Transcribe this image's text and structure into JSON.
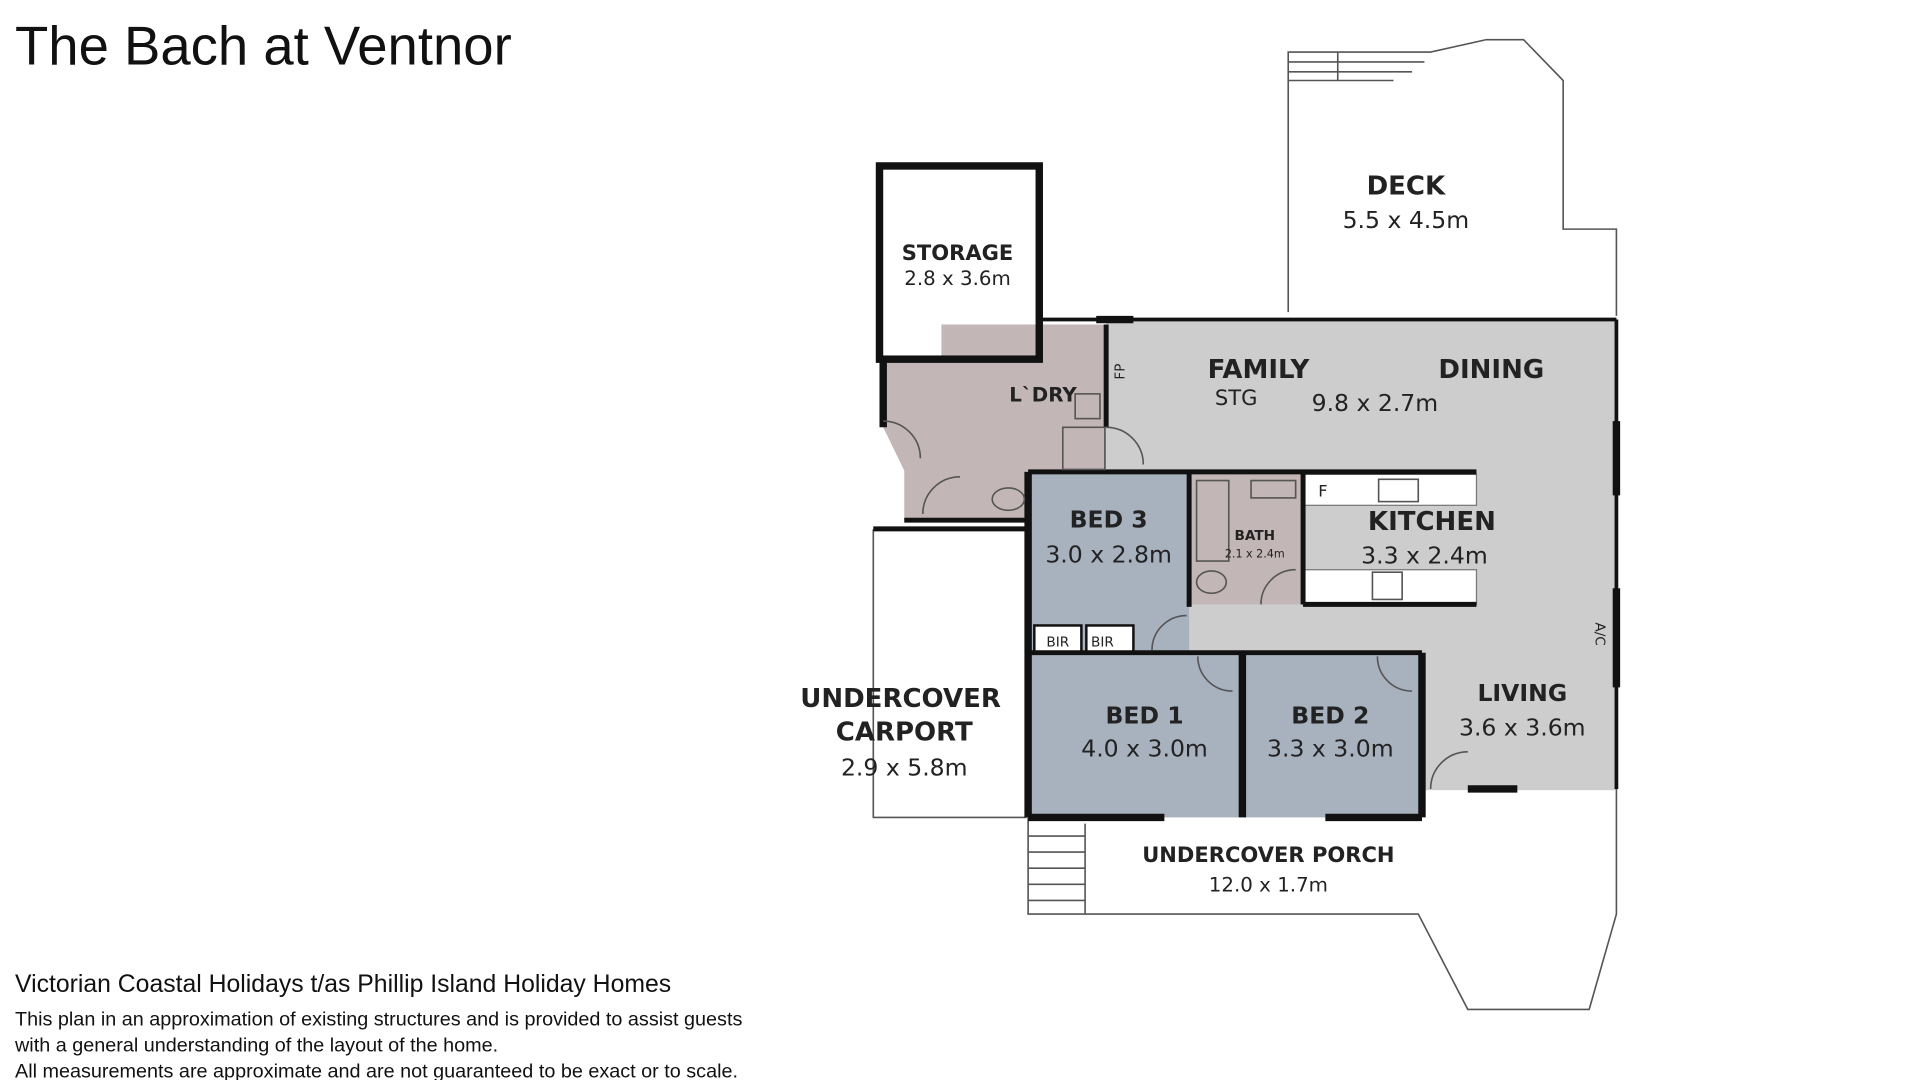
{
  "title": "The Bach at Ventnor",
  "footer": {
    "company": "Victorian Coastal Holidays t/as Phillip Island Holiday Homes",
    "lines": [
      "This plan in an approximation of existing structures and is provided to assist guests",
      "with a general understanding of the layout of the home.",
      "All measurements are approximate and are not guaranteed to be exact or to scale."
    ]
  },
  "rooms": {
    "deck": {
      "name": "DECK",
      "size": "5.5 x 4.5m"
    },
    "storage": {
      "name": "STORAGE",
      "size": "2.8 x 3.6m"
    },
    "laundry": {
      "name": "L`DRY"
    },
    "family": {
      "name": "FAMILY",
      "sub": "STG"
    },
    "dining": {
      "name": "DINING",
      "size": "9.8 x 2.7m"
    },
    "bed3": {
      "name": "BED 3",
      "size": "3.0 x 2.8m"
    },
    "bath": {
      "name": "BATH",
      "size": "2.1 x 2.4m"
    },
    "kitchen": {
      "name": "KITCHEN",
      "size": "3.3 x 2.4m",
      "fridge": "F"
    },
    "bir1": "BIR",
    "bir2": "BIR",
    "carport": {
      "name1": "UNDERCOVER",
      "name2": "CARPORT",
      "size": "2.9 x 5.8m"
    },
    "bed1": {
      "name": "BED 1",
      "size": "4.0 x 3.0m"
    },
    "bed2": {
      "name": "BED 2",
      "size": "3.3 x 3.0m"
    },
    "living": {
      "name": "LIVING",
      "size": "3.6 x 3.6m",
      "ac": "A/C"
    },
    "porch": {
      "name": "UNDERCOVER PORCH",
      "size": "12.0 x 1.7m"
    },
    "fp": "FP"
  },
  "colors": {
    "living": "#cdcdcd",
    "bedroom": "#a8b2bf",
    "wet": "#c3b6b6"
  }
}
